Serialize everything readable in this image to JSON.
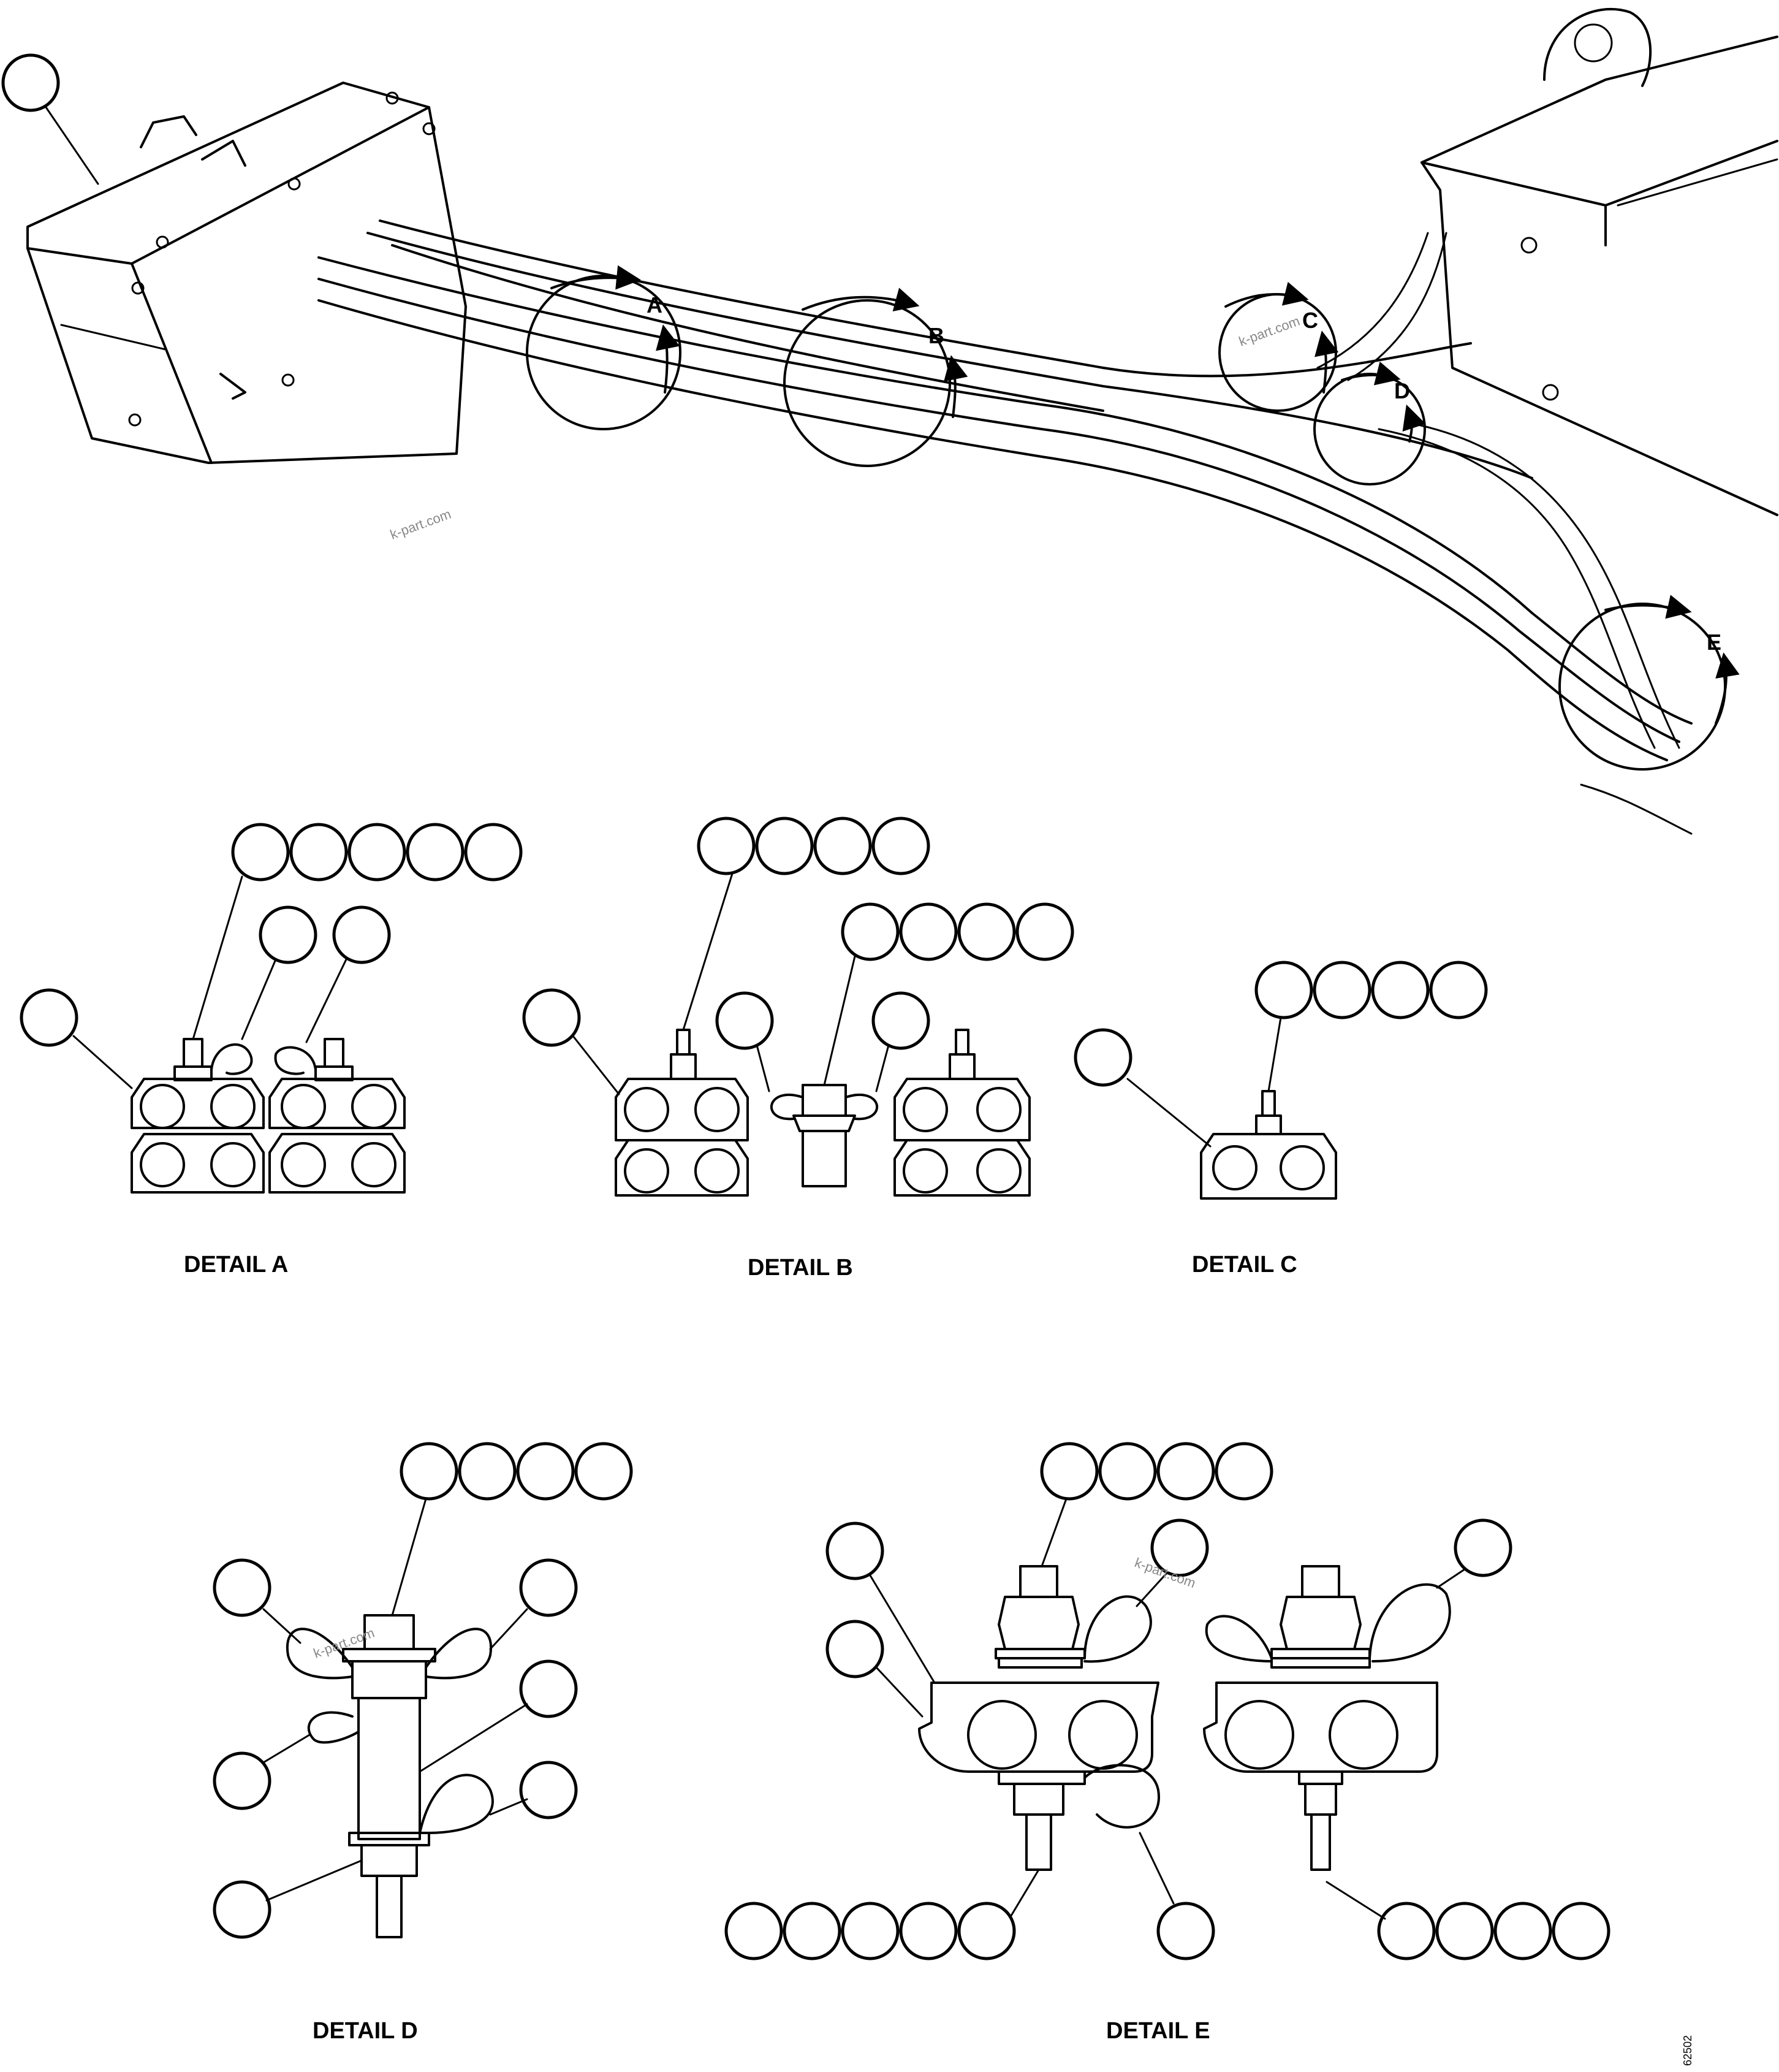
{
  "figure": {
    "detail_letters": [
      "A",
      "B",
      "C",
      "D",
      "E"
    ],
    "detail_captions": {
      "a": "DETAIL A",
      "b": "DETAIL B",
      "c": "DETAIL C",
      "d": "DETAIL D",
      "e": "DETAIL E"
    },
    "watermark": "k-part.com",
    "figure_number": "62502"
  }
}
